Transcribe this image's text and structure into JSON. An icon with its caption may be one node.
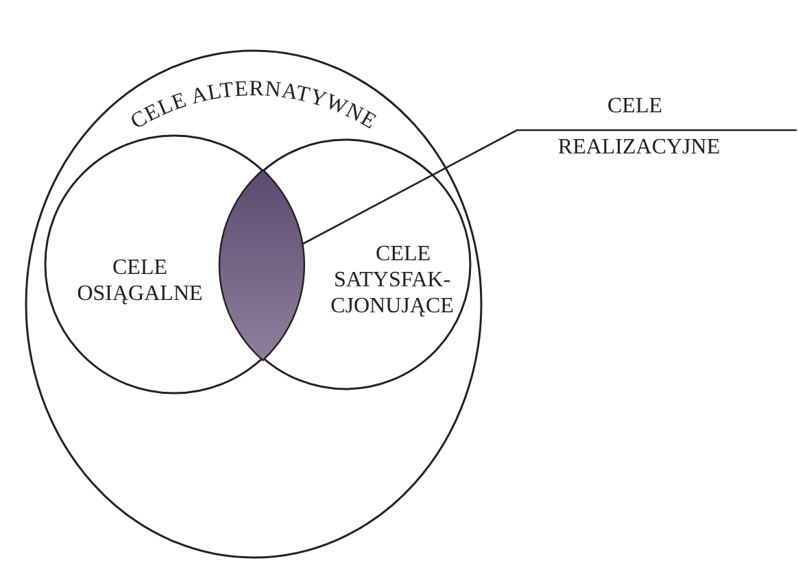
{
  "diagram": {
    "nodes": [
      {
        "text": [
          "CELE ALTERNATYWNE"
        ]
      },
      {
        "text": [
          "CELE OSIĄGALNE"
        ],
        "in": 0
      },
      {
        "text": [
          "CELE",
          "SATYSFAK-CJONUJĄCE"
        ],
        "in": 0
      },
      {
        "text": [],
        "shape": "lens"
      },
      {
        "text": [
          "CELE",
          "REALIZACYJNE"
        ]
      }
    ],
    "edges": [
      {
        "from": 4,
        "to": 3,
        "arrow": "none"
      }
    ]
  }
}
